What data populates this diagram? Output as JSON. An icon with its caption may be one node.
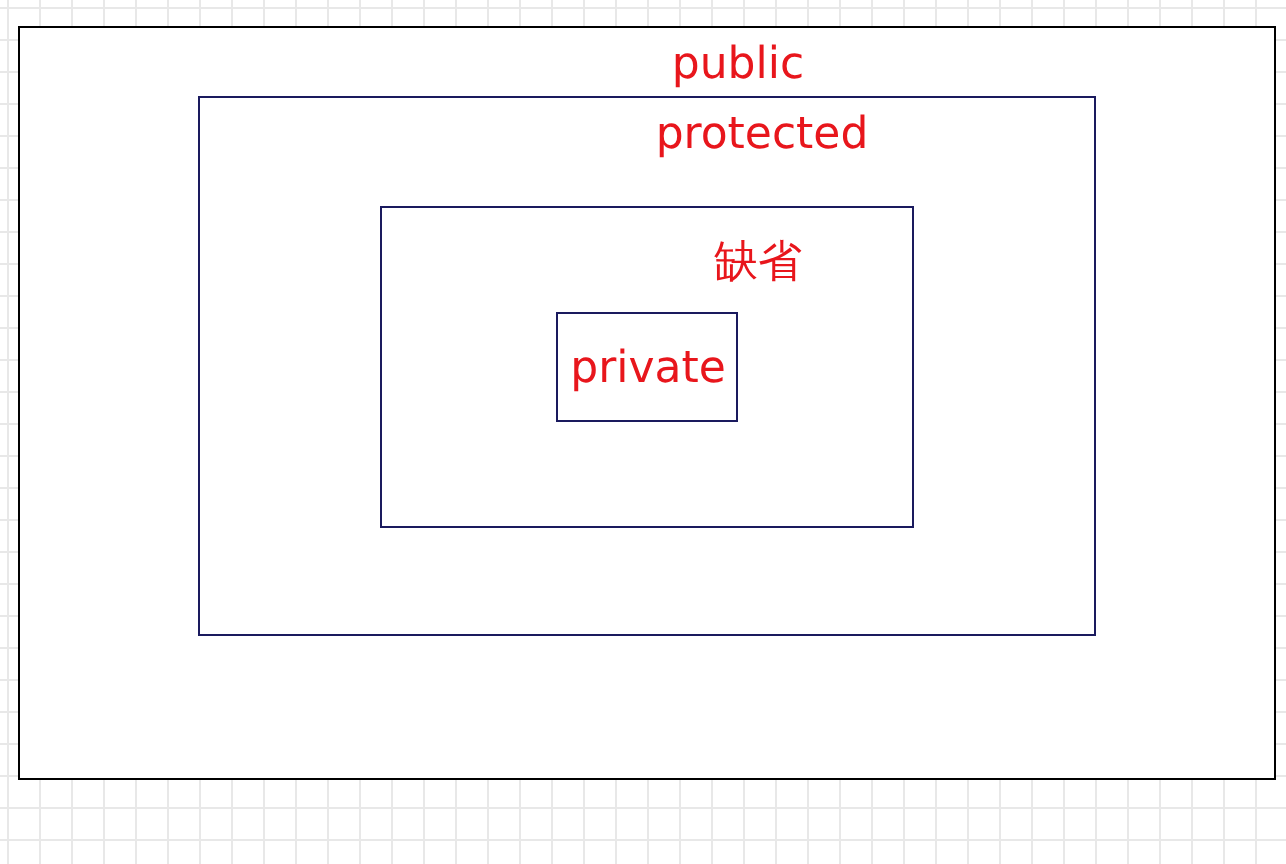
{
  "diagram": {
    "nodes": [
      {
        "text": [
          "public"
        ]
      },
      {
        "text": [
          "protected"
        ],
        "in": 0
      },
      {
        "text": [
          "缺省"
        ],
        "in": 1
      },
      {
        "text": [
          "private"
        ],
        "in": 2
      }
    ]
  }
}
